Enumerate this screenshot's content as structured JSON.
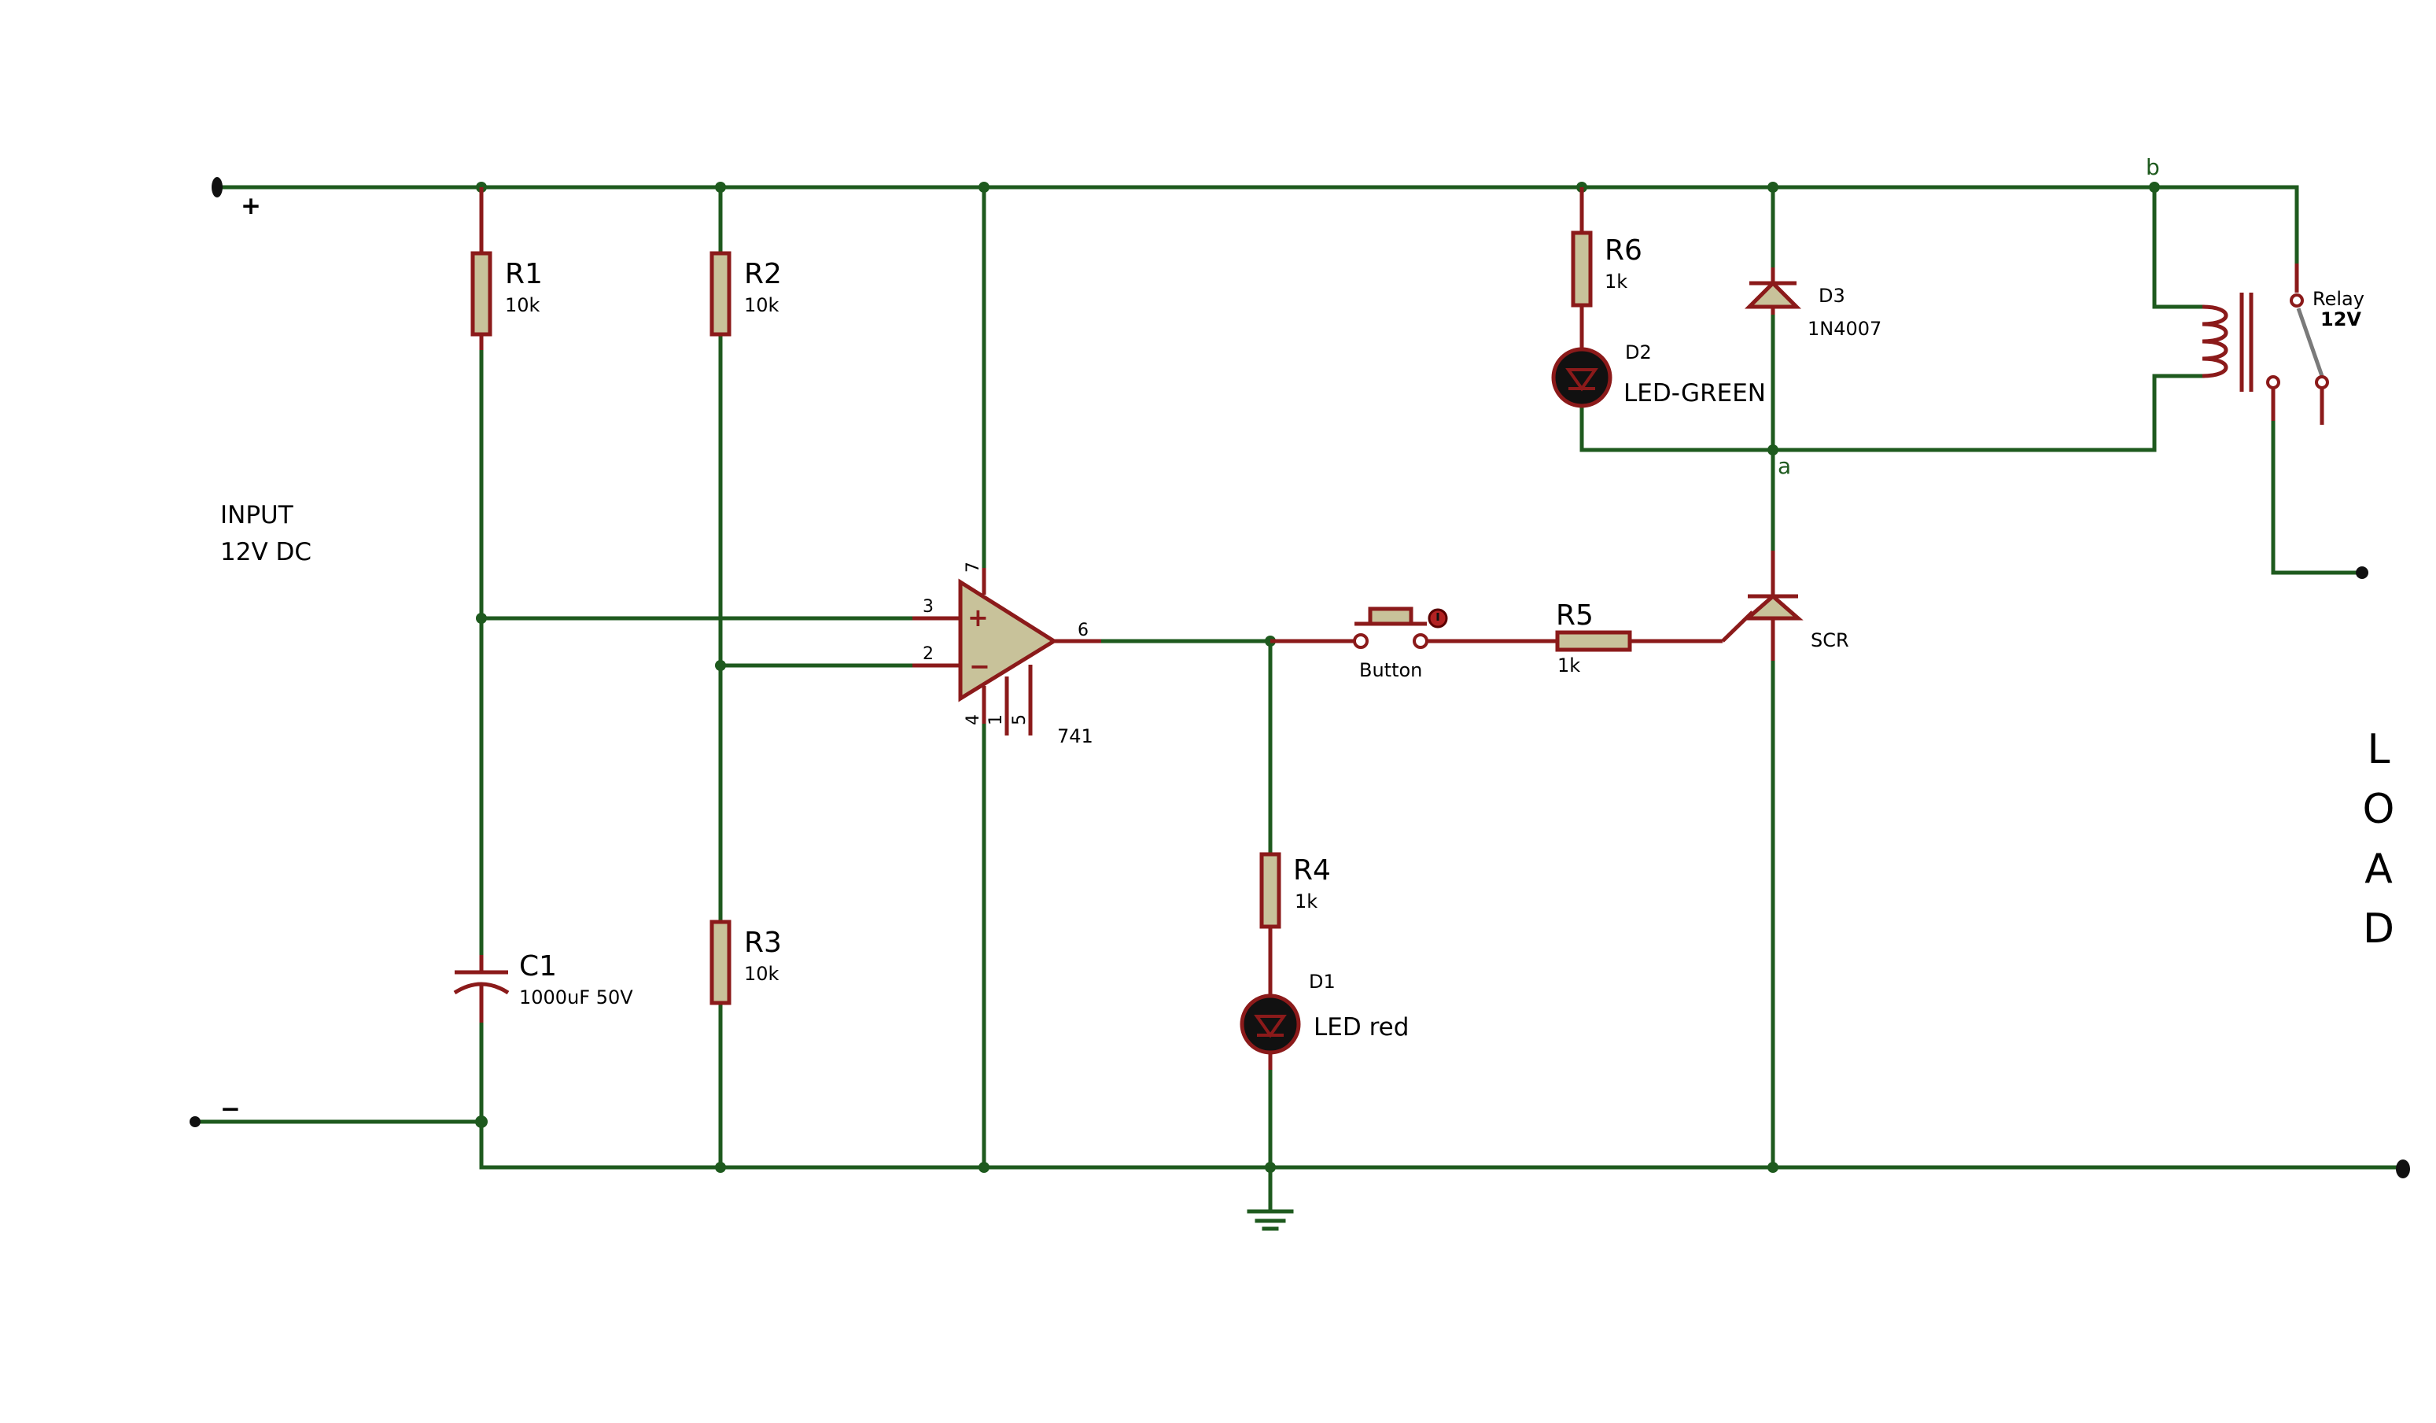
{
  "input": {
    "plus": "+",
    "minus": "−",
    "line1": "INPUT",
    "line2": "12V DC"
  },
  "components": {
    "r1": {
      "ref": "R1",
      "value": "10k"
    },
    "r2": {
      "ref": "R2",
      "value": "10k"
    },
    "r3": {
      "ref": "R3",
      "value": "10k"
    },
    "r4": {
      "ref": "R4",
      "value": "1k"
    },
    "r5": {
      "ref": "R5",
      "value": "1k"
    },
    "r6": {
      "ref": "R6",
      "value": "1k"
    },
    "c1": {
      "ref": "C1",
      "value": "1000uF 50V"
    },
    "d1": {
      "ref": "D1",
      "value": "LED red"
    },
    "d2": {
      "ref": "D2",
      "value": "LED-GREEN"
    },
    "d3": {
      "ref": "D3",
      "value": "1N4007"
    },
    "opamp": {
      "value": "741",
      "pins": {
        "p3": "3",
        "p2": "2",
        "p6": "6",
        "p7": "7",
        "p4": "4",
        "p1": "1",
        "p5": "5"
      },
      "plus_sign": "+",
      "minus_sign": "−"
    },
    "button": {
      "label": "Button"
    },
    "scr": {
      "label": "SCR"
    },
    "relay": {
      "label": "Relay",
      "value": "12V"
    }
  },
  "nets": {
    "a": "a",
    "b": "b"
  },
  "load": {
    "letters": [
      "L",
      "O",
      "A",
      "D"
    ]
  },
  "colors": {
    "wire": "#1e5a1e",
    "component_outline": "#8b1a1a",
    "component_fill": "#c8c29a",
    "led_fill": "#111111"
  }
}
